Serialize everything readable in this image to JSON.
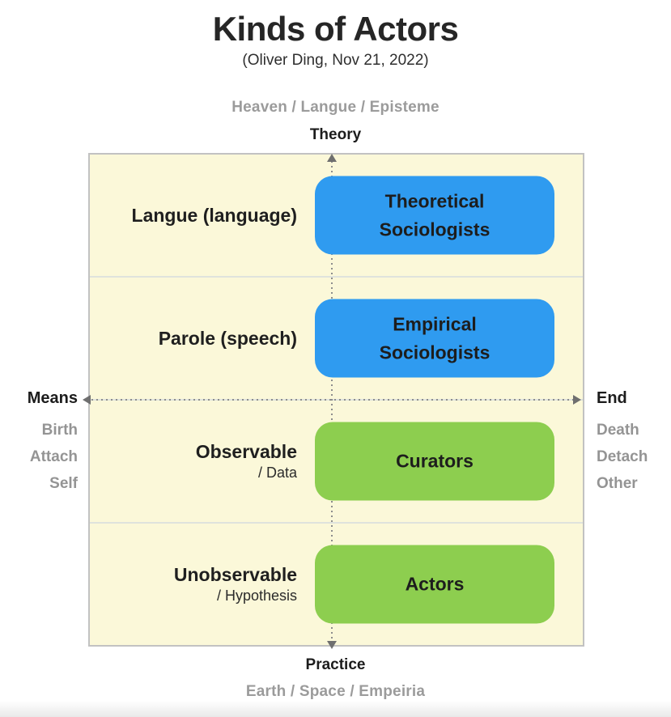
{
  "title": "Kinds of Actors",
  "subtitle": "(Oliver Ding, Nov 21, 2022)",
  "axes": {
    "top_outer": "Heaven / Langue / Episteme",
    "top_inner": "Theory",
    "bottom_inner": "Practice",
    "bottom_outer": "Earth / Space / Empeiria",
    "left_primary": "Means",
    "left_secondary": [
      "Birth",
      "Attach",
      "Self"
    ],
    "right_primary": "End",
    "right_secondary": [
      "Death",
      "Detach",
      "Other"
    ]
  },
  "rows": [
    {
      "label": "Langue (language)",
      "sublabel": "",
      "box_label": "Theoretical Sociologists",
      "box_color": "#2f9bf0"
    },
    {
      "label": "Parole (speech)",
      "sublabel": "",
      "box_label": "Empirical Sociologists",
      "box_color": "#2f9bf0"
    },
    {
      "label": "Observable",
      "sublabel": "/ Data",
      "box_label": "Curators",
      "box_color": "#8dce4f"
    },
    {
      "label": "Unobservable",
      "sublabel": "/ Hypothesis",
      "box_label": "Actors",
      "box_color": "#8dce4f"
    }
  ],
  "colors": {
    "background": "#ffffff",
    "quadrant_background": "#fbf8d9",
    "quadrant_border": "#c2c2c2",
    "divider": "#dfe3dd",
    "blue_box": "#2f9bf0",
    "green_box": "#8dce4f",
    "dotted_arrow": "#8d8d8d",
    "gray_text": "#9b9b9b",
    "dark_text": "#1f1f1f"
  }
}
